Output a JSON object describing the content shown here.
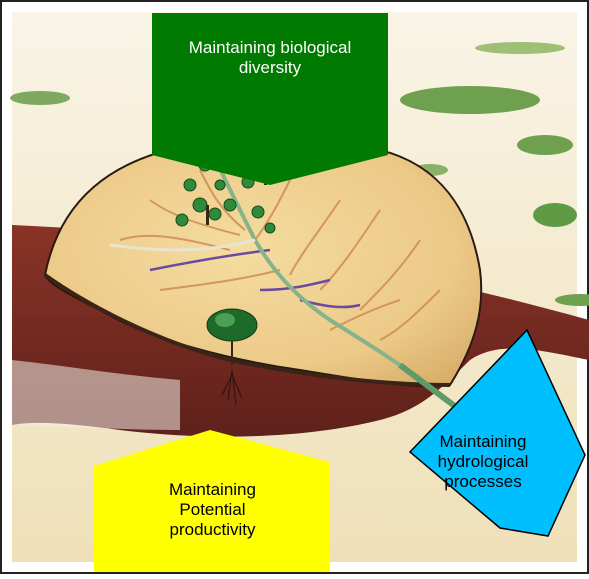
{
  "labels": {
    "biological_diversity": "Maintaining biological diversity",
    "hydrological_processes": "Maintaining hydrological processes",
    "potential_productivity": "Maintaining Potential productivity"
  },
  "colors": {
    "green_box": "#007a00",
    "cyan_box": "#00bfff",
    "yellow_box": "#ffff00",
    "land": "#ecd59a",
    "soil": "#7a2f24",
    "sky": "#f7f0d8",
    "river": "#7fb08a",
    "vegetation": "#2f8a3a"
  }
}
